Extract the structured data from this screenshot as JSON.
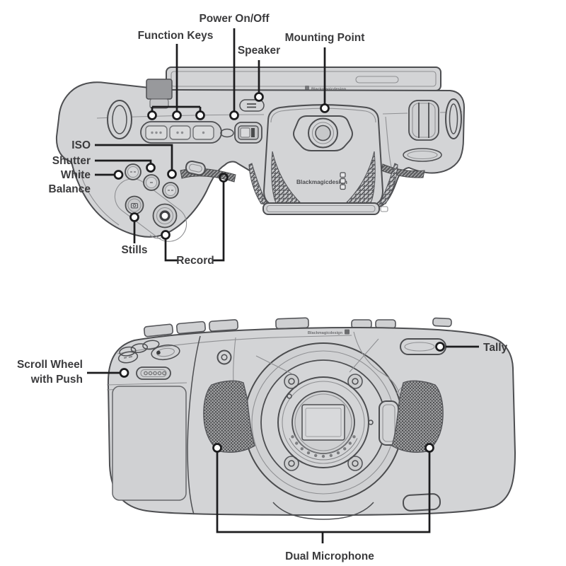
{
  "figure": {
    "brand": "Blackmagicdesign",
    "colors": {
      "body": "#d3d4d6",
      "outline": "#4d4e51",
      "callout": "#1c1c1e",
      "label_text": "#3b3b3d",
      "background": "#ffffff"
    },
    "top_view": {
      "labels": {
        "function_keys": "Function Keys",
        "power": "Power On/Off",
        "speaker": "Speaker",
        "mounting_point": "Mounting Point",
        "iso": "ISO",
        "shutter": "Shutter",
        "white_balance_line1": "White",
        "white_balance_line2": "Balance",
        "stills": "Stills",
        "record": "Record"
      }
    },
    "front_view": {
      "labels": {
        "tally": "Tally",
        "scroll_wheel_line1": "Scroll Wheel",
        "scroll_wheel_line2": "with Push",
        "dual_microphone": "Dual Microphone"
      }
    }
  }
}
